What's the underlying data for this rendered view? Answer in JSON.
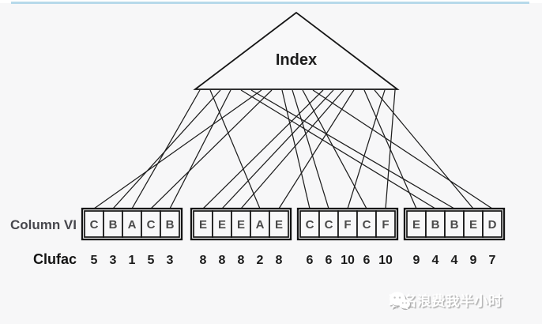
{
  "page": {
    "background": "#f7f7f8",
    "top_bar_color": "#b7d9ea"
  },
  "index": {
    "label": "Index"
  },
  "labels": {
    "column": "Column VI",
    "clufac": "Clufac"
  },
  "diagram": {
    "type": "index-clustering-factor-diagram",
    "groups": [
      {
        "letters": [
          "C",
          "B",
          "A",
          "C",
          "B"
        ],
        "values": [
          "5",
          "3",
          "1",
          "5",
          "3"
        ]
      },
      {
        "letters": [
          "E",
          "E",
          "E",
          "A",
          "E"
        ],
        "values": [
          "8",
          "8",
          "8",
          "2",
          "8"
        ]
      },
      {
        "letters": [
          "C",
          "C",
          "F",
          "C",
          "F"
        ],
        "values": [
          "6",
          "6",
          "10",
          "6",
          "10"
        ]
      },
      {
        "letters": [
          "E",
          "B",
          "B",
          "E",
          "D"
        ],
        "values": [
          "9",
          "4",
          "4",
          "9",
          "7"
        ]
      }
    ],
    "connections": {
      "description": "index entries (sorted) point to table cells; target cell index for each base point left-to-right",
      "order": [
        2,
        8,
        1,
        4,
        16,
        17,
        0,
        3,
        10,
        11,
        13,
        19,
        5,
        6,
        7,
        9,
        15,
        18,
        12,
        14
      ]
    }
  },
  "watermark": {
    "text": "取名浪费我半小时",
    "icon": "wechat-icon"
  },
  "colors": {
    "line": "#1e1e1e",
    "letter": "#4a4a4a",
    "number": "#1c1c1c",
    "label": "#47474d",
    "border": "#141414"
  }
}
